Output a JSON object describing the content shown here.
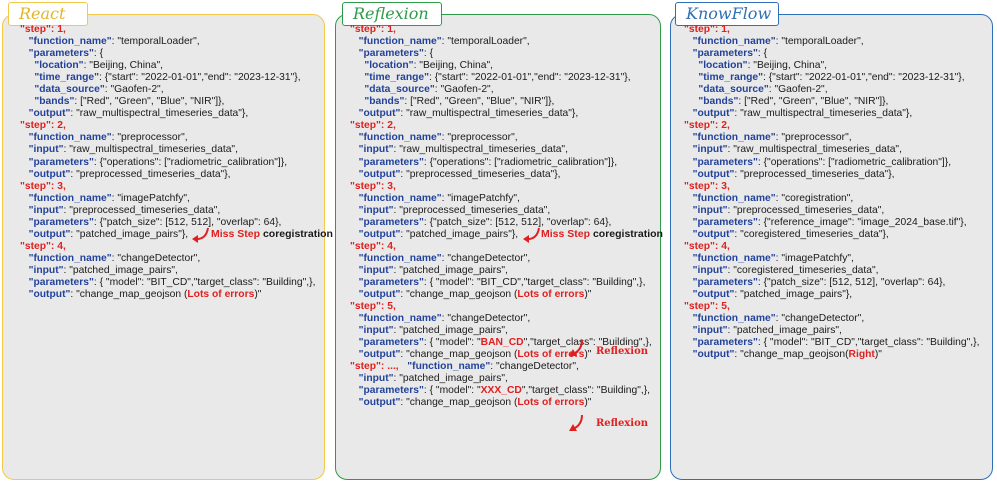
{
  "panels": [
    {
      "title": "React",
      "lines": [
        [
          [
            "s",
            "\"step\": 1,"
          ]
        ],
        [
          [
            "i",
            "   "
          ],
          [
            "k",
            "\"function_name\""
          ],
          [
            "t",
            ": \"temporalLoader\","
          ]
        ],
        [
          [
            "i",
            "   "
          ],
          [
            "k",
            "\"parameters\""
          ],
          [
            "t",
            ": {"
          ]
        ],
        [
          [
            "i",
            "     "
          ],
          [
            "k",
            "\"location\""
          ],
          [
            "t",
            ": \"Beijing, China\","
          ]
        ],
        [
          [
            "i",
            "     "
          ],
          [
            "k",
            "\"time_range\""
          ],
          [
            "t",
            ": {\"start\": \"2022-01-01\",\"end\": \"2023-12-31\"},"
          ]
        ],
        [
          [
            "i",
            "     "
          ],
          [
            "k",
            "\"data_source\""
          ],
          [
            "t",
            ": \"Gaofen-2\","
          ]
        ],
        [
          [
            "i",
            "     "
          ],
          [
            "k",
            "\"bands\""
          ],
          [
            "t",
            ": [\"Red\", \"Green\", \"Blue\", \"NIR\"]},"
          ]
        ],
        [
          [
            "i",
            "   "
          ],
          [
            "k",
            "\"output\""
          ],
          [
            "t",
            ": \"raw_multispectral_timeseries_data\"},"
          ]
        ],
        [
          [
            "s",
            "\"step\": 2,"
          ]
        ],
        [
          [
            "i",
            "   "
          ],
          [
            "k",
            "\"function_name\""
          ],
          [
            "t",
            ": \"preprocessor\","
          ]
        ],
        [
          [
            "i",
            "   "
          ],
          [
            "k",
            "\"input\""
          ],
          [
            "t",
            ": \"raw_multispectral_timeseries_data\","
          ]
        ],
        [
          [
            "i",
            "   "
          ],
          [
            "k",
            "\"parameters\""
          ],
          [
            "t",
            ": {\"operations\": [\"radiometric_calibration\"]},"
          ]
        ],
        [
          [
            "i",
            "   "
          ],
          [
            "k",
            "\"output\""
          ],
          [
            "t",
            ": \"preprocessed_timeseries_data\"},"
          ]
        ],
        [
          [
            "s",
            "\"step\": 3,"
          ]
        ],
        [
          [
            "i",
            "   "
          ],
          [
            "k",
            "\"function_name\""
          ],
          [
            "t",
            ": \"imagePatchfy\","
          ]
        ],
        [
          [
            "i",
            "   "
          ],
          [
            "k",
            "\"input\""
          ],
          [
            "t",
            ": \"preprocessed_timeseries_data\","
          ]
        ],
        [
          [
            "i",
            "   "
          ],
          [
            "k",
            "\"parameters\""
          ],
          [
            "t",
            ": {\"patch_size\": [512, 512], \"overlap\": 64},"
          ]
        ],
        [
          [
            "i",
            "   "
          ],
          [
            "k",
            "\"output\""
          ],
          [
            "t",
            ": \"patched_image_pairs\"},"
          ]
        ],
        [
          [
            "s",
            "\"step\": 4,"
          ]
        ],
        [
          [
            "i",
            "   "
          ],
          [
            "k",
            "\"function_name\""
          ],
          [
            "t",
            ": \"changeDetector\","
          ]
        ],
        [
          [
            "i",
            "   "
          ],
          [
            "k",
            "\"input\""
          ],
          [
            "t",
            ": \"patched_image_pairs\","
          ]
        ],
        [
          [
            "i",
            "   "
          ],
          [
            "k",
            "\"parameters\""
          ],
          [
            "t",
            ": { \"model\": \"BIT_CD\",\"target_class\": \"Building\",},"
          ]
        ],
        [
          [
            "i",
            "   "
          ],
          [
            "k",
            "\"output\""
          ],
          [
            "t",
            ": \"change_map_geojson ("
          ],
          [
            "e",
            "Lots of errors"
          ],
          [
            "t",
            ")\""
          ]
        ]
      ]
    },
    {
      "title": "Reflexion",
      "lines": [
        [
          [
            "s",
            "\"step\": 1,"
          ]
        ],
        [
          [
            "i",
            "   "
          ],
          [
            "k",
            "\"function_name\""
          ],
          [
            "t",
            ": \"temporalLoader\","
          ]
        ],
        [
          [
            "i",
            "   "
          ],
          [
            "k",
            "\"parameters\""
          ],
          [
            "t",
            ": {"
          ]
        ],
        [
          [
            "i",
            "     "
          ],
          [
            "k",
            "\"location\""
          ],
          [
            "t",
            ": \"Beijing, China\","
          ]
        ],
        [
          [
            "i",
            "     "
          ],
          [
            "k",
            "\"time_range\""
          ],
          [
            "t",
            ": {\"start\": \"2022-01-01\",\"end\": \"2023-12-31\"},"
          ]
        ],
        [
          [
            "i",
            "     "
          ],
          [
            "k",
            "\"data_source\""
          ],
          [
            "t",
            ": \"Gaofen-2\","
          ]
        ],
        [
          [
            "i",
            "     "
          ],
          [
            "k",
            "\"bands\""
          ],
          [
            "t",
            ": [\"Red\", \"Green\", \"Blue\", \"NIR\"]},"
          ]
        ],
        [
          [
            "i",
            "   "
          ],
          [
            "k",
            "\"output\""
          ],
          [
            "t",
            ": \"raw_multispectral_timeseries_data\"},"
          ]
        ],
        [
          [
            "s",
            "\"step\": 2,"
          ]
        ],
        [
          [
            "i",
            "   "
          ],
          [
            "k",
            "\"function_name\""
          ],
          [
            "t",
            ": \"preprocessor\","
          ]
        ],
        [
          [
            "i",
            "   "
          ],
          [
            "k",
            "\"input\""
          ],
          [
            "t",
            ": \"raw_multispectral_timeseries_data\","
          ]
        ],
        [
          [
            "i",
            "   "
          ],
          [
            "k",
            "\"parameters\""
          ],
          [
            "t",
            ": {\"operations\": [\"radiometric_calibration\"]},"
          ]
        ],
        [
          [
            "i",
            "   "
          ],
          [
            "k",
            "\"output\""
          ],
          [
            "t",
            ": \"preprocessed_timeseries_data\"},"
          ]
        ],
        [
          [
            "s",
            "\"step\": 3,"
          ]
        ],
        [
          [
            "i",
            "   "
          ],
          [
            "k",
            "\"function_name\""
          ],
          [
            "t",
            ": \"imagePatchfy\","
          ]
        ],
        [
          [
            "i",
            "   "
          ],
          [
            "k",
            "\"input\""
          ],
          [
            "t",
            ": \"preprocessed_timeseries_data\","
          ]
        ],
        [
          [
            "i",
            "   "
          ],
          [
            "k",
            "\"parameters\""
          ],
          [
            "t",
            ": {\"patch_size\": [512, 512], \"overlap\": 64},"
          ]
        ],
        [
          [
            "i",
            "   "
          ],
          [
            "k",
            "\"output\""
          ],
          [
            "t",
            ": \"patched_image_pairs\"},"
          ]
        ],
        [
          [
            "s",
            "\"step\": 4,"
          ]
        ],
        [
          [
            "i",
            "   "
          ],
          [
            "k",
            "\"function_name\""
          ],
          [
            "t",
            ": \"changeDetector\","
          ]
        ],
        [
          [
            "i",
            "   "
          ],
          [
            "k",
            "\"input\""
          ],
          [
            "t",
            ": \"patched_image_pairs\","
          ]
        ],
        [
          [
            "i",
            "   "
          ],
          [
            "k",
            "\"parameters\""
          ],
          [
            "t",
            ": { \"model\": \"BIT_CD\",\"target_class\": \"Building\",},"
          ]
        ],
        [
          [
            "i",
            "   "
          ],
          [
            "k",
            "\"output\""
          ],
          [
            "t",
            ": \"change_map_geojson ("
          ],
          [
            "e",
            "Lots of errors"
          ],
          [
            "t",
            ")\""
          ]
        ],
        [
          [
            "s",
            "\"step\": 5,"
          ]
        ],
        [
          [
            "i",
            "   "
          ],
          [
            "k",
            "\"function_name\""
          ],
          [
            "t",
            ": \"changeDetector\","
          ]
        ],
        [
          [
            "i",
            "   "
          ],
          [
            "k",
            "\"input\""
          ],
          [
            "t",
            ": \"patched_image_pairs\","
          ]
        ],
        [
          [
            "i",
            "   "
          ],
          [
            "k",
            "\"parameters\""
          ],
          [
            "t",
            ": { \"model\": \""
          ],
          [
            "e",
            "BAN_CD"
          ],
          [
            "t",
            "\",\"target_class\": \"Building\",},"
          ]
        ],
        [
          [
            "i",
            "   "
          ],
          [
            "k",
            "\"output\""
          ],
          [
            "t",
            ": \"change_map_geojson ("
          ],
          [
            "e",
            "Lots of errors"
          ],
          [
            "t",
            ")\""
          ]
        ],
        [
          [
            "s",
            "\"step\": ...,"
          ],
          [
            "t",
            "   "
          ],
          [
            "k",
            "\"function_name\""
          ],
          [
            "t",
            ": \"changeDetector\","
          ]
        ],
        [
          [
            "i",
            "   "
          ],
          [
            "k",
            "\"input\""
          ],
          [
            "t",
            ": \"patched_image_pairs\","
          ]
        ],
        [
          [
            "i",
            "   "
          ],
          [
            "k",
            "\"parameters\""
          ],
          [
            "t",
            ": { \"model\": \""
          ],
          [
            "e",
            "XXX_CD"
          ],
          [
            "t",
            "\",\"target_class\": \"Building\",},"
          ]
        ],
        [
          [
            "i",
            "   "
          ],
          [
            "k",
            "\"output\""
          ],
          [
            "t",
            ": \"change_map_geojson ("
          ],
          [
            "e",
            "Lots of errors"
          ],
          [
            "t",
            ")\""
          ]
        ]
      ]
    },
    {
      "title": "KnowFlow",
      "lines": [
        [
          [
            "s",
            "\"step\": 1,"
          ]
        ],
        [
          [
            "i",
            "   "
          ],
          [
            "k",
            "\"function_name\""
          ],
          [
            "t",
            ": \"temporalLoader\","
          ]
        ],
        [
          [
            "i",
            "   "
          ],
          [
            "k",
            "\"parameters\""
          ],
          [
            "t",
            ": {"
          ]
        ],
        [
          [
            "i",
            "     "
          ],
          [
            "k",
            "\"location\""
          ],
          [
            "t",
            ": \"Beijing, China\","
          ]
        ],
        [
          [
            "i",
            "     "
          ],
          [
            "k",
            "\"time_range\""
          ],
          [
            "t",
            ": {\"start\": \"2022-01-01\",\"end\": \"2023-12-31\"},"
          ]
        ],
        [
          [
            "i",
            "     "
          ],
          [
            "k",
            "\"data_source\""
          ],
          [
            "t",
            ": \"Gaofen-2\","
          ]
        ],
        [
          [
            "i",
            "     "
          ],
          [
            "k",
            "\"bands\""
          ],
          [
            "t",
            ": [\"Red\", \"Green\", \"Blue\", \"NIR\"]},"
          ]
        ],
        [
          [
            "i",
            "   "
          ],
          [
            "k",
            "\"output\""
          ],
          [
            "t",
            ": \"raw_multispectral_timeseries_data\"},"
          ]
        ],
        [
          [
            "s",
            "\"step\": 2,"
          ]
        ],
        [
          [
            "i",
            "   "
          ],
          [
            "k",
            "\"function_name\""
          ],
          [
            "t",
            ": \"preprocessor\","
          ]
        ],
        [
          [
            "i",
            "   "
          ],
          [
            "k",
            "\"input\""
          ],
          [
            "t",
            ": \"raw_multispectral_timeseries_data\","
          ]
        ],
        [
          [
            "i",
            "   "
          ],
          [
            "k",
            "\"parameters\""
          ],
          [
            "t",
            ": {\"operations\": [\"radiometric_calibration\"]},"
          ]
        ],
        [
          [
            "i",
            "   "
          ],
          [
            "k",
            "\"output\""
          ],
          [
            "t",
            ": \"preprocessed_timeseries_data\"},"
          ]
        ],
        [
          [
            "s",
            "\"step\": 3,"
          ]
        ],
        [
          [
            "i",
            "   "
          ],
          [
            "k",
            "\"function_name\""
          ],
          [
            "t",
            ": \"coregistration\","
          ]
        ],
        [
          [
            "i",
            "   "
          ],
          [
            "k",
            "\"input\""
          ],
          [
            "t",
            ": \"preprocessed_timeseries_data\","
          ]
        ],
        [
          [
            "i",
            "   "
          ],
          [
            "k",
            "\"parameters\""
          ],
          [
            "t",
            ": {\"reference_image\": \"image_2024_base.tif\"},"
          ]
        ],
        [
          [
            "i",
            "   "
          ],
          [
            "k",
            "\"output\""
          ],
          [
            "t",
            ": \"coregistered_timeseries_data\"},"
          ]
        ],
        [
          [
            "s",
            "\"step\": 4,"
          ]
        ],
        [
          [
            "i",
            "   "
          ],
          [
            "k",
            "\"function_name\""
          ],
          [
            "t",
            ": \"imagePatchfy\","
          ]
        ],
        [
          [
            "i",
            "   "
          ],
          [
            "k",
            "\"input\""
          ],
          [
            "t",
            ": \"coregistered_timeseries_data\","
          ]
        ],
        [
          [
            "i",
            "   "
          ],
          [
            "k",
            "\"parameters\""
          ],
          [
            "t",
            ": {\"patch_size\": [512, 512], \"overlap\": 64},"
          ]
        ],
        [
          [
            "i",
            "   "
          ],
          [
            "k",
            "\"output\""
          ],
          [
            "t",
            ": \"patched_image_pairs\"},"
          ]
        ],
        [
          [
            "s",
            "\"step\": 5,"
          ]
        ],
        [
          [
            "i",
            "   "
          ],
          [
            "k",
            "\"function_name\""
          ],
          [
            "t",
            ": \"changeDetector\","
          ]
        ],
        [
          [
            "i",
            "   "
          ],
          [
            "k",
            "\"input\""
          ],
          [
            "t",
            ": \"patched_image_pairs\","
          ]
        ],
        [
          [
            "i",
            "   "
          ],
          [
            "k",
            "\"parameters\""
          ],
          [
            "t",
            ": { \"model\": \"BIT_CD\",\"target_class\": \"Building\",},"
          ]
        ],
        [
          [
            "i",
            "   "
          ],
          [
            "k",
            "\"output\""
          ],
          [
            "t",
            ": \"change_map_geojson("
          ],
          [
            "e",
            "Right"
          ],
          [
            "t",
            ")\""
          ]
        ]
      ]
    }
  ],
  "annotations": {
    "miss_step": "Miss Step",
    "coregistration": "coregistration",
    "reflexion": "Reflexion"
  },
  "colors": {
    "react_border": "#f2c94c",
    "reflexion_border": "#2e9b4a",
    "knowflow_border": "#2f6fb5",
    "step": "#e02020",
    "key": "#23429a",
    "panel_bg": "#e9e9e9"
  }
}
